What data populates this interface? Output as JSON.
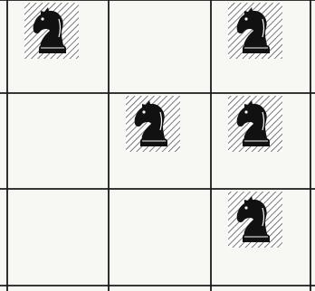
{
  "board": {
    "rows": 3,
    "cols": 3,
    "pieces": [
      {
        "row": 0,
        "col": 0,
        "piece": "knight",
        "color": "black"
      },
      {
        "row": 0,
        "col": 2,
        "piece": "knight",
        "color": "black"
      },
      {
        "row": 1,
        "col": 1,
        "piece": "knight",
        "color": "black"
      },
      {
        "row": 1,
        "col": 2,
        "piece": "knight",
        "color": "black"
      },
      {
        "row": 2,
        "col": 2,
        "piece": "knight",
        "color": "black"
      }
    ],
    "colors": {
      "paper": "#f7f7f4",
      "line": "#1a1a1a",
      "piece": "#111111",
      "hatch": "#555555"
    }
  }
}
